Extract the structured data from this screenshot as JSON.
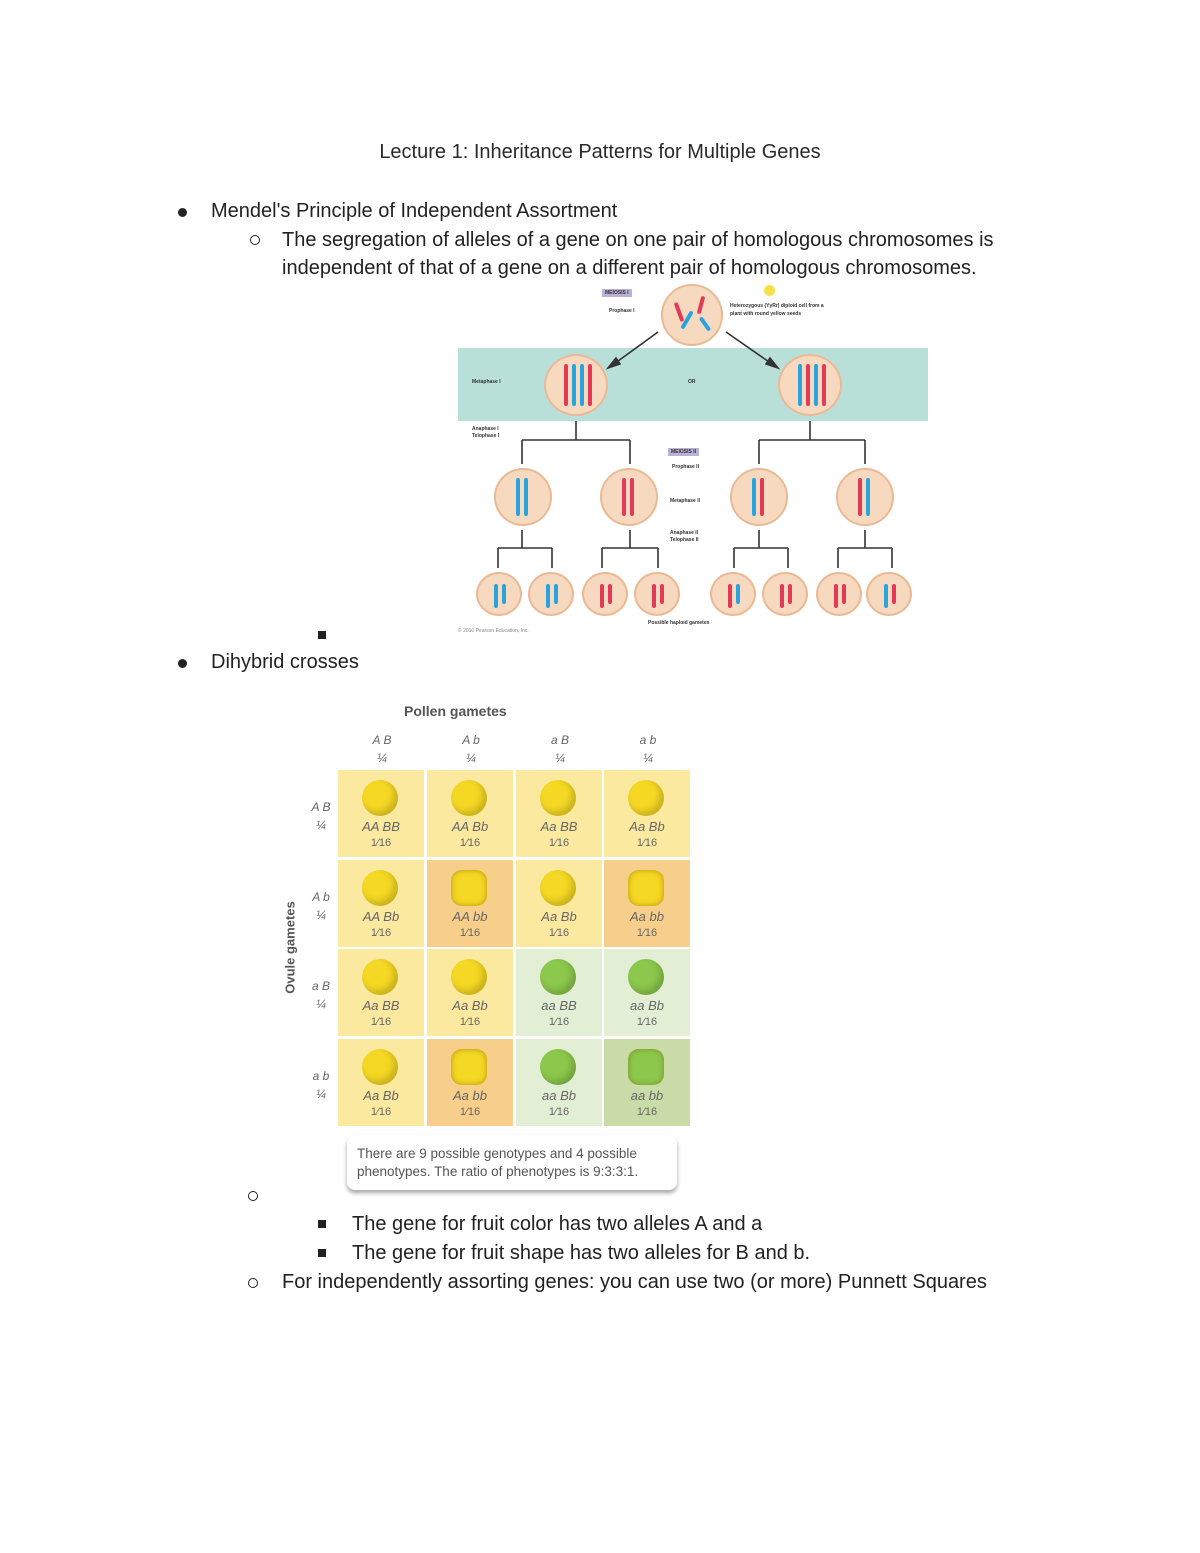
{
  "title": "Lecture 1: Inheritance Patterns for Multiple Genes",
  "bullets": {
    "b1": "Mendel's Principle of Independent Assortment",
    "b1_sub_line1": "The segregation of alleles of a gene on one pair of homologous chromosomes is",
    "b1_sub_line2": "independent of that of a gene on a different pair of homologous chromosomes.",
    "b2": "Dihybrid crosses",
    "b2_sq1": "The gene for fruit color has two alleles A and a",
    "b2_sq2": "The gene for fruit shape has two alleles for B and b.",
    "b2_sub2": "For independently assorting genes: you can use two (or more) Punnett Squares"
  },
  "meiosis_figure": {
    "meiosis1_label": "MEIOSIS I",
    "prophase1": "Prophase I",
    "heterozygous_note": "Heterozygous (YyRr) diploid cell from a plant with round yellow seeds",
    "metaphase1": "Metaphase I",
    "or": "OR",
    "anaphase1": "Anaphase I Telophase I",
    "meiosis2_label": "MEIOSIS II",
    "prophase2": "Prophase II",
    "metaphase2": "Metaphase II",
    "anaphase2": "Anaphase II Telophase II",
    "possible_gametes": "Possible haploid gametes",
    "copyright": "© 2010 Pearson Education, Inc."
  },
  "punnett": {
    "pollen_title": "Pollen gametes",
    "ovule_title": "Ovule gametes",
    "columns": [
      {
        "allele": "A B",
        "frac": "¼"
      },
      {
        "allele": "A b",
        "frac": "¼"
      },
      {
        "allele": "a B",
        "frac": "¼"
      },
      {
        "allele": "a b",
        "frac": "¼"
      }
    ],
    "rows": [
      {
        "allele": "A B",
        "frac": "¼"
      },
      {
        "allele": "A b",
        "frac": "¼"
      },
      {
        "allele": "a B",
        "frac": "¼"
      },
      {
        "allele": "a b",
        "frac": "¼"
      }
    ],
    "cells": [
      [
        {
          "g": "AA BB",
          "f": "1⁄16"
        },
        {
          "g": "AA Bb",
          "f": "1⁄16"
        },
        {
          "g": "Aa BB",
          "f": "1⁄16"
        },
        {
          "g": "Aa Bb",
          "f": "1⁄16"
        }
      ],
      [
        {
          "g": "AA Bb",
          "f": "1⁄16"
        },
        {
          "g": "AA bb",
          "f": "1⁄16"
        },
        {
          "g": "Aa Bb",
          "f": "1⁄16"
        },
        {
          "g": "Aa bb",
          "f": "1⁄16"
        }
      ],
      [
        {
          "g": "Aa BB",
          "f": "1⁄16"
        },
        {
          "g": "Aa Bb",
          "f": "1⁄16"
        },
        {
          "g": "aa BB",
          "f": "1⁄16"
        },
        {
          "g": "aa Bb",
          "f": "1⁄16"
        }
      ],
      [
        {
          "g": "Aa Bb",
          "f": "1⁄16"
        },
        {
          "g": "Aa bb",
          "f": "1⁄16"
        },
        {
          "g": "aa Bb",
          "f": "1⁄16"
        },
        {
          "g": "aa bb",
          "f": "1⁄16"
        }
      ]
    ],
    "note_line1": "There are 9 possible genotypes and 4 possible",
    "note_line2": "phenotypes. The ratio of phenotypes is 9:3:3:1.",
    "colors": {
      "yellow_cell": "#fbe9a0",
      "orange_cell": "#f7cf8a",
      "lightgreen_cell": "#e2efd4",
      "green_cell": "#c9dca8",
      "yellow_ball": "#f5d823",
      "green_ball": "#8cc84b"
    }
  }
}
